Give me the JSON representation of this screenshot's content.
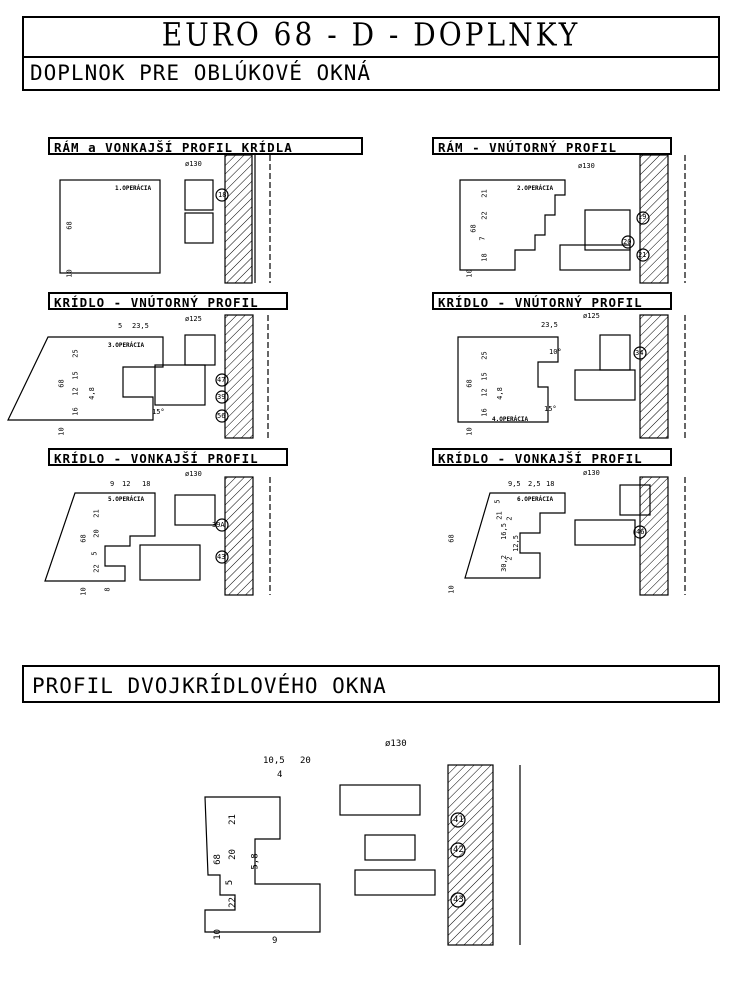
{
  "header": {
    "title": "EURO 68 - D - DOPLNKY",
    "subtitle": "DOPLNOK PRE OBLÚKOVÉ OKNÁ"
  },
  "panels": [
    {
      "label": "RÁM a VONKAJŠÍ PROFIL KRÍDLA",
      "operation": "1.OPERÁCIA",
      "diameter": "ø130",
      "dims": [
        "68",
        "10"
      ],
      "tools": [
        "18"
      ]
    },
    {
      "label": "RÁM - VNÚTORNÝ PROFIL",
      "operation": "2.OPERÁCIA",
      "diameter": "ø130",
      "dims": [
        "21",
        "22",
        "7",
        "18",
        "68",
        "10"
      ],
      "tools": [
        "19",
        "20",
        "21"
      ]
    },
    {
      "label": "KRÍDLO - VNÚTORNÝ PROFIL",
      "operation": "3.OPERÁCIA",
      "diameter": "ø125",
      "dims": [
        "5",
        "23,5",
        "25",
        "15",
        "12",
        "16",
        "68",
        "4,8",
        "10",
        "15°"
      ],
      "tools": [
        "47",
        "39",
        "56"
      ]
    },
    {
      "label": "KRÍDLO - VNÚTORNÝ PROFIL",
      "operation": "4.OPERÁCIA",
      "diameter": "ø125",
      "dims": [
        "23,5",
        "25",
        "15",
        "12",
        "16",
        "68",
        "4,8",
        "10",
        "10°",
        "15°"
      ],
      "tools": [
        "34"
      ]
    },
    {
      "label": "KRÍDLO - VONKAJŠÍ PROFIL",
      "operation": "5.OPERÁCIA",
      "diameter": "ø130",
      "dims": [
        "9",
        "12",
        "18",
        "21",
        "20",
        "68",
        "5",
        "22",
        "10",
        "8"
      ],
      "tools": [
        "39A",
        "43"
      ]
    },
    {
      "label": "KRÍDLO - VONKAJŠÍ PROFIL",
      "operation": "6.OPERÁCIA",
      "diameter": "ø130",
      "dims": [
        "9,5",
        "2,5",
        "18",
        "5",
        "21",
        "16,5",
        "2",
        "12,5",
        "2",
        "30,2",
        "68",
        "10"
      ],
      "tools": [
        "46"
      ]
    }
  ],
  "section2": {
    "title": "PROFIL DVOJKRÍDLOVÉHO OKNA",
    "diameter": "ø130",
    "dims": [
      "10,5",
      "20",
      "4",
      "21",
      "68",
      "20",
      "5,8",
      "5",
      "22",
      "10",
      "9"
    ],
    "tools": [
      "41",
      "42",
      "43"
    ]
  }
}
